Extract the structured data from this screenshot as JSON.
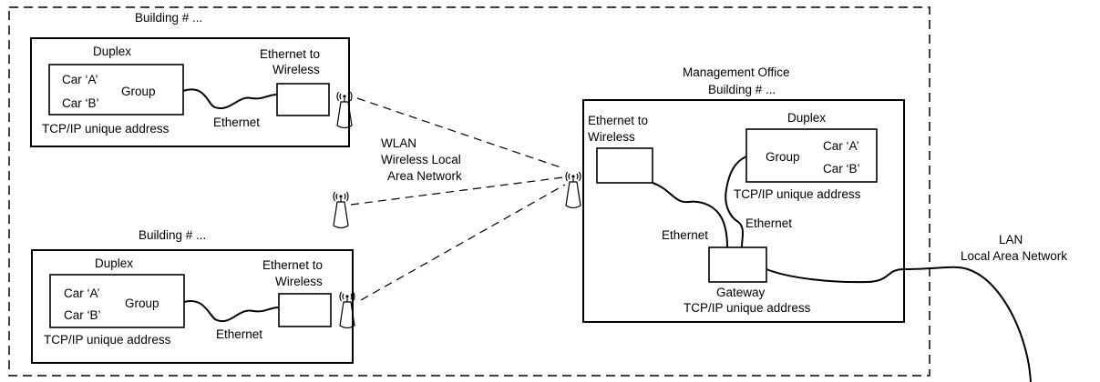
{
  "campus": {
    "building_top": {
      "title": "Building # ...",
      "duplex_label": "Duplex",
      "car_a": "Car ‘A’",
      "car_b": "Car ‘B’",
      "group_label": "Group",
      "tcpip_label": "TCP/IP unique address",
      "ethernet_label": "Ethernet",
      "e2w_line1": "Ethernet to",
      "e2w_line2": "Wireless"
    },
    "building_bottom": {
      "title": "Building # ...",
      "duplex_label": "Duplex",
      "car_a": "Car ‘A’",
      "car_b": "Car ‘B’",
      "group_label": "Group",
      "tcpip_label": "TCP/IP unique address",
      "ethernet_label": "Ethernet",
      "e2w_line1": "Ethernet to",
      "e2w_line2": "Wireless"
    },
    "wlan": {
      "line1": "WLAN",
      "line2": "Wireless Local",
      "line3": "Area Network"
    },
    "management": {
      "title_line1": "Management Office",
      "title_line2": "Building # ...",
      "e2w_line1": "Ethernet to",
      "e2w_line2": "Wireless",
      "duplex_label": "Duplex",
      "group_label": "Group",
      "car_a": "Car ‘A’",
      "car_b": "Car ‘B’",
      "tcpip_label": "TCP/IP unique address",
      "ethernet_left": "Ethernet",
      "ethernet_right": "Ethernet",
      "gateway_label": "Gateway",
      "gateway_tcpip": "TCP/IP unique address"
    }
  },
  "lan": {
    "line1": "LAN",
    "line2": "Local Area Network"
  },
  "icons": {
    "antenna": "antenna-icon"
  }
}
